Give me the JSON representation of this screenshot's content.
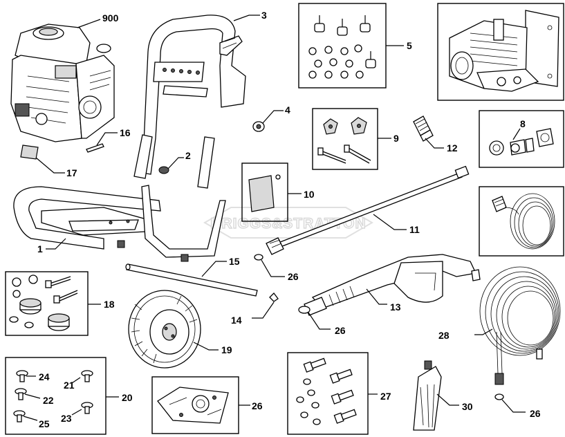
{
  "watermark": "BRIGGS&STRATTON",
  "callouts": {
    "engine": "900",
    "frame_handle": "3",
    "hardware_kit_5": "5",
    "bushing_4": "4",
    "knobs_kit": "9",
    "coupler": "12",
    "nozzle_kit": "8",
    "decal_tag": "16",
    "label_17": "17",
    "plug_2": "2",
    "manual_kit": "10",
    "spray_wand": "11",
    "base_frame": "1",
    "axle": "15",
    "oring_wand": "26",
    "mounting_kit": "18",
    "gun": "13",
    "clip": "14",
    "oring_gun": "26",
    "wheel": "19",
    "hose": "28",
    "screw_24": "24",
    "screw_21": "21",
    "screw_22": "22",
    "screw_25": "25",
    "screw_23": "23",
    "screw_kit": "20",
    "pump_plate_kit": "26",
    "bolt_kit": "27",
    "nozzle_bag": "30",
    "oring_hose": "26"
  },
  "icons": [
    "engine-icon",
    "pump-icon",
    "frame-icon",
    "wheel-icon",
    "hose-icon",
    "spray-gun-icon",
    "wand-icon"
  ]
}
